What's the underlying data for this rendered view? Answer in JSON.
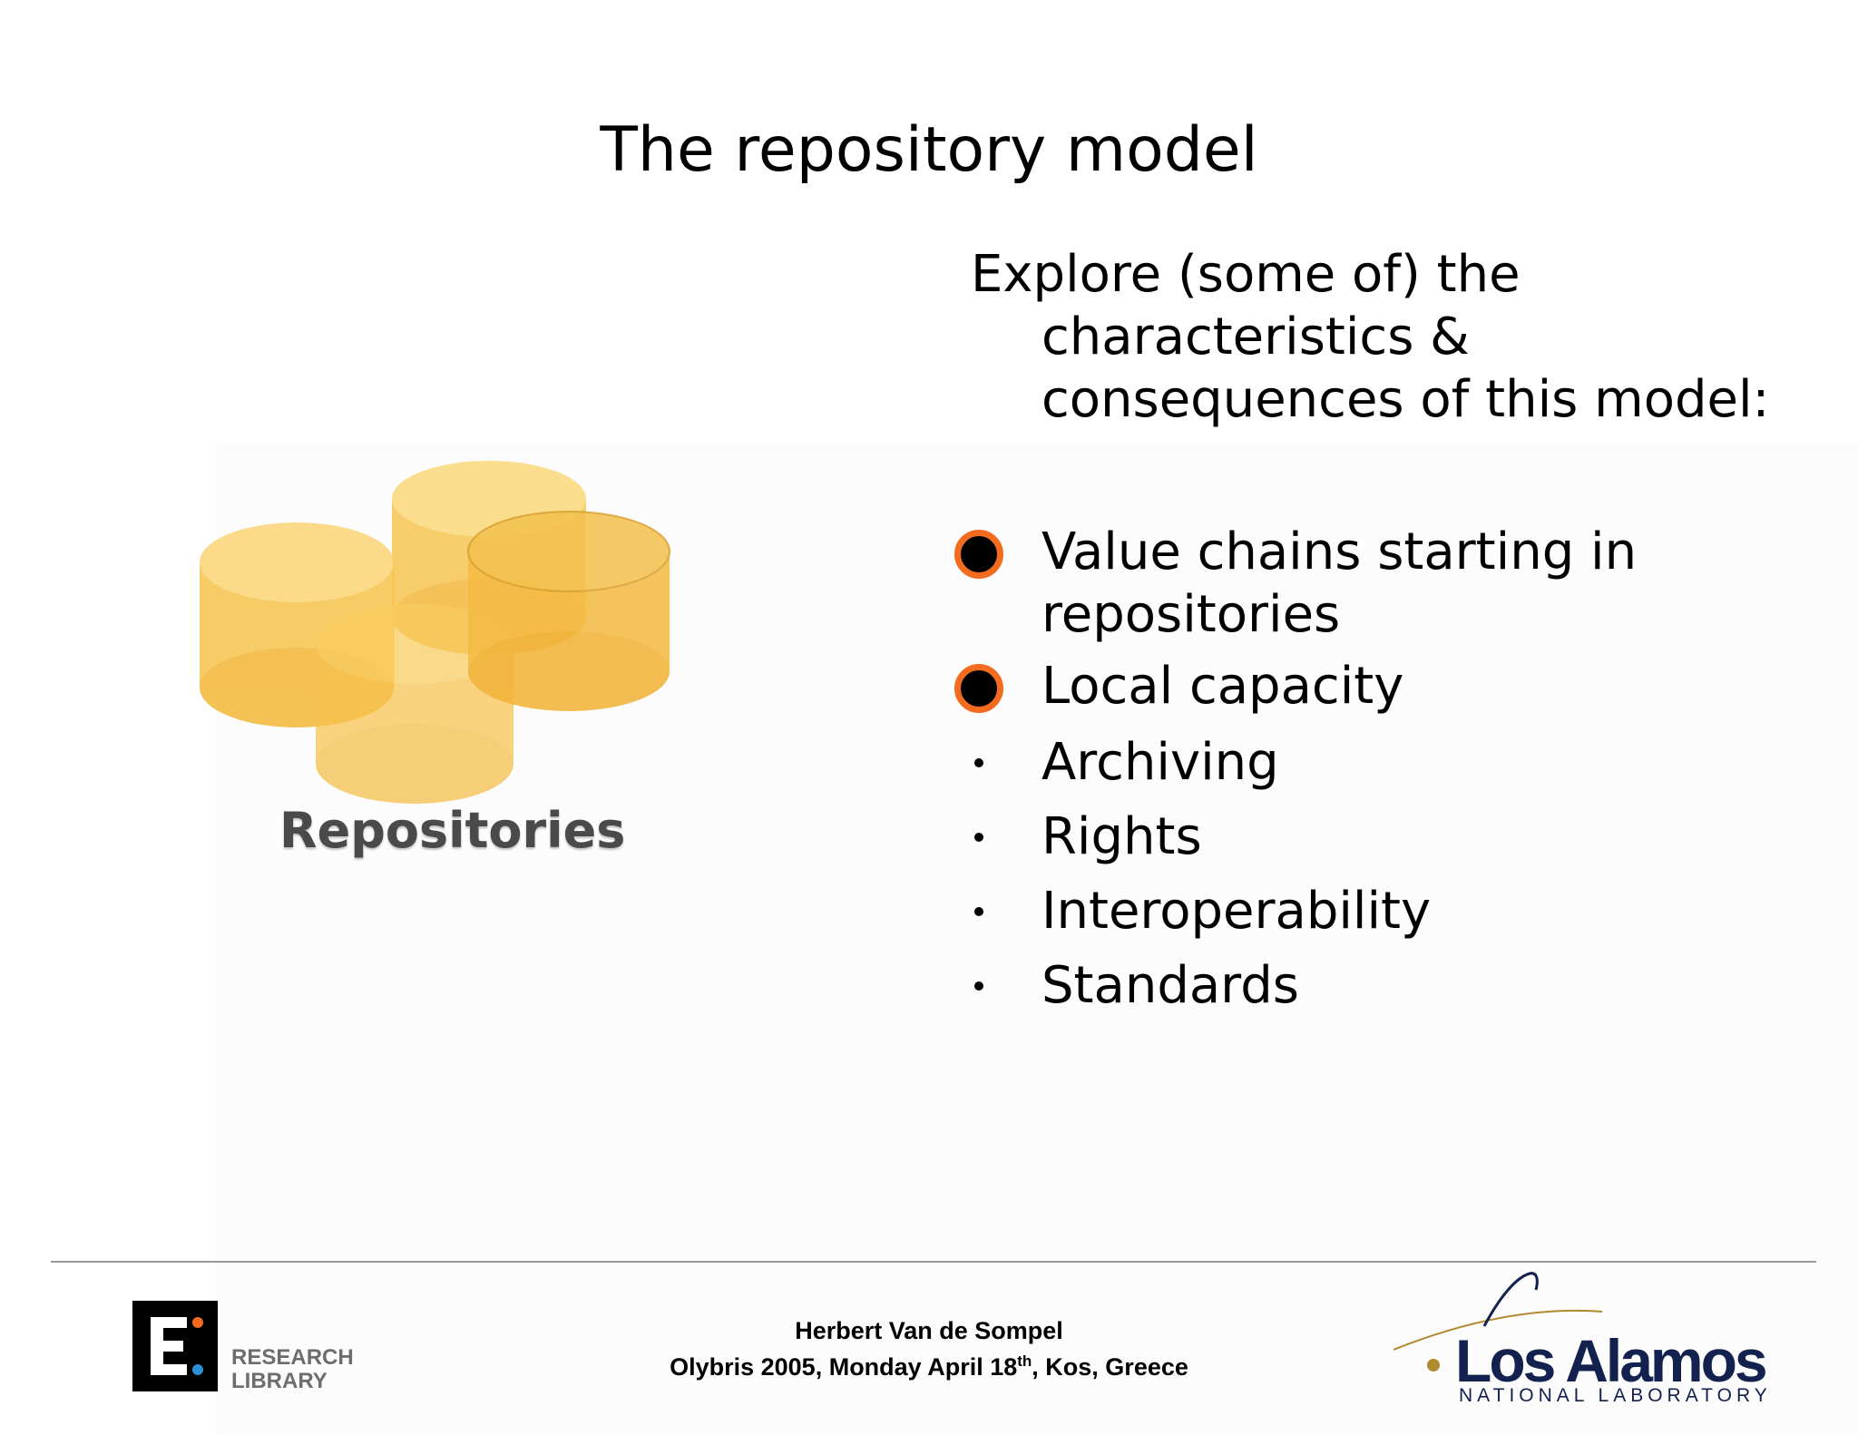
{
  "slide": {
    "title": "The repository model",
    "intro_lines": [
      "Explore (some of) the",
      "characteristics &",
      "consequences of this model:"
    ],
    "bullets": [
      {
        "style": "big",
        "lines": [
          "Value chains starting in",
          "repositories"
        ]
      },
      {
        "style": "big",
        "lines": [
          "Local capacity"
        ]
      },
      {
        "style": "small",
        "lines": [
          "Archiving"
        ]
      },
      {
        "style": "small",
        "lines": [
          "Rights"
        ]
      },
      {
        "style": "small",
        "lines": [
          "Interoperability"
        ]
      },
      {
        "style": "small",
        "lines": [
          "Standards"
        ]
      }
    ],
    "illustration_label": "Repositories"
  },
  "footer": {
    "author": "Herbert Van de Sompel",
    "event_before_sup": "Olybris 2005, Monday April 18",
    "event_sup": "th",
    "event_after_sup": ", Kos, Greece",
    "library_logo_lines": [
      "RESEARCH",
      "LIBRARY"
    ],
    "lab_name": "Los Alamos",
    "lab_subtitle": "NATIONAL LABORATORY"
  },
  "colors": {
    "bullet_ring": "#f26b1f",
    "cylinder_fill": "#f7c14d",
    "lab_blue": "#12214d"
  }
}
